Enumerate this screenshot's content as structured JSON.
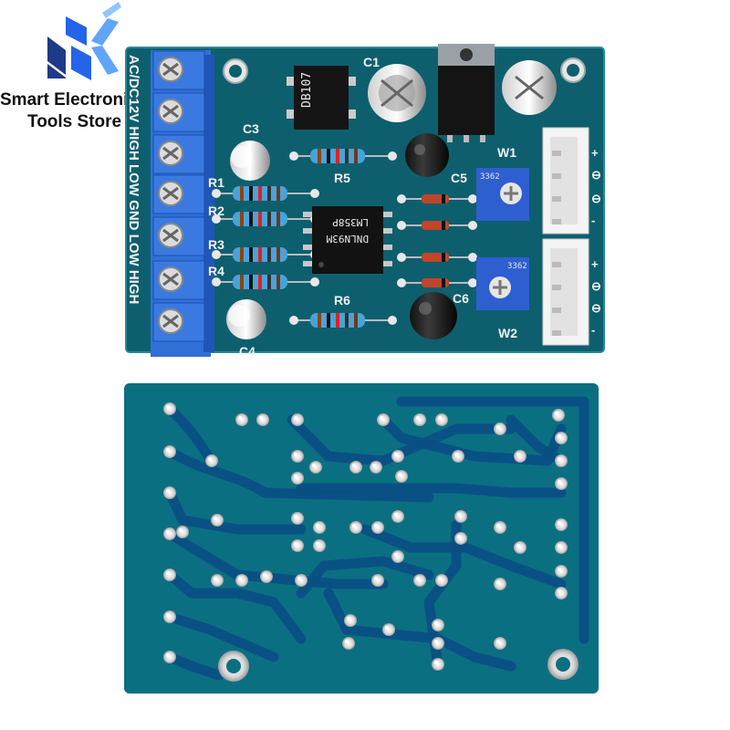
{
  "watermark": {
    "line1": "Smart Electronic",
    "line2": "Tools Store",
    "logo_colors": [
      "#1e3a8a",
      "#2563eb",
      "#60a5fa"
    ]
  },
  "top_board": {
    "terminal_label": "AC/DC12V HIGH LOW GND LOW HIGH",
    "parts": {
      "c1": "C1",
      "c3": "C3",
      "c4": "C4",
      "c5": "C5",
      "c6": "C6",
      "r1": "R1",
      "r2": "R2",
      "r3": "R3",
      "r4": "R4",
      "r5": "R5",
      "r6": "R6",
      "w1": "W1",
      "w2": "W2"
    },
    "bridge_marking": "DB107",
    "ic_line1": "LM358P",
    "ic_line2": "DNLN93M",
    "pot_marking": "3362",
    "connector_pins": [
      "+",
      "⊖",
      "⊖",
      "-"
    ],
    "board_color": "#0e5f6e"
  },
  "bottom_board": {
    "board_color": "#0b6f82",
    "trace_color": "#0a4f84"
  }
}
